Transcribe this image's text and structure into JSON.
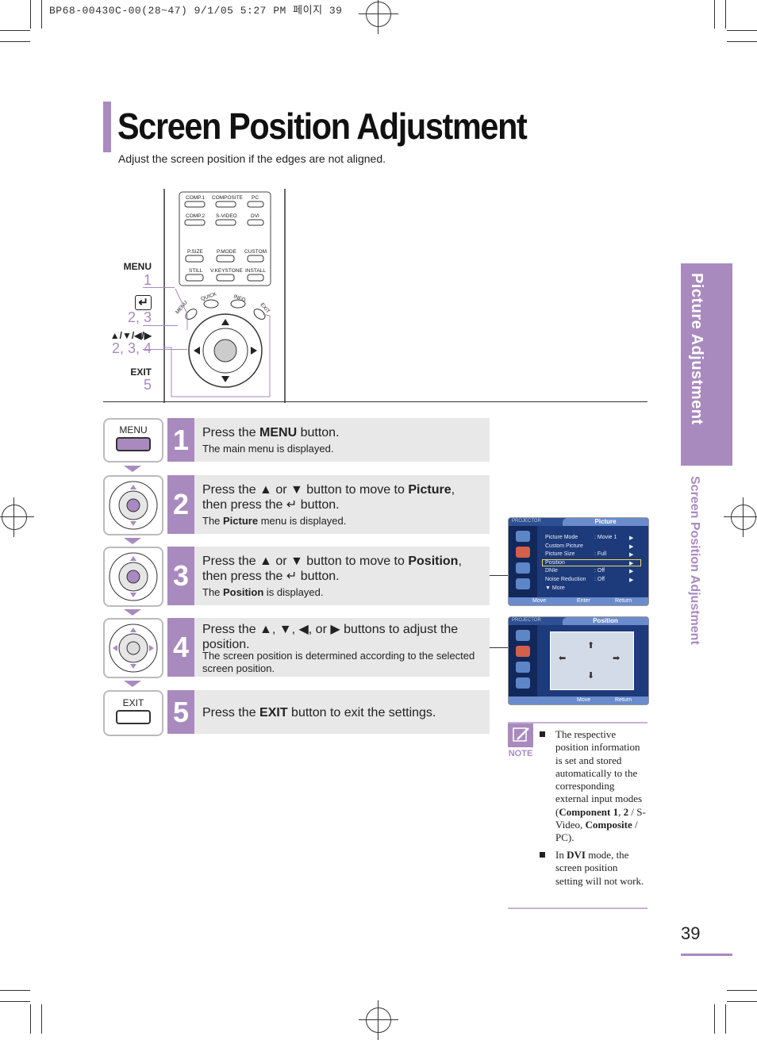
{
  "header": {
    "code": "BP68-00430C-00(28~47) 9/1/05 5:27 PM 페이지 39"
  },
  "page": {
    "title": "Screen Position Adjustment",
    "subtitle": "Adjust the screen position if the edges are not aligned.",
    "side_tab": "Picture Adjustment",
    "side_sub": "Screen Position Adjustment",
    "page_number": "39"
  },
  "remote_labels": [
    {
      "label": "MENU",
      "steps": "1"
    },
    {
      "label": "↵",
      "steps": "2, 3"
    },
    {
      "label": "▲/▼/◀/▶",
      "steps": "2, 3, 4"
    },
    {
      "label": "EXIT",
      "steps": "5"
    }
  ],
  "remote_buttons": {
    "row1": [
      "COMP.1",
      "COMPOSITE",
      "PC"
    ],
    "row2": [
      "COMP.2",
      "S-VIDEO",
      "DVI"
    ],
    "row3": [
      "P.SIZE",
      "P.MODE",
      "CUSTOM"
    ],
    "row4": [
      "STILL",
      "V.KEYSTONE",
      "INSTALL"
    ],
    "extra": [
      "QUICK",
      "INFO",
      "MENU",
      "EXIT"
    ]
  },
  "steps": [
    {
      "num": "1",
      "icon_label": "MENU",
      "main_a": "Press the ",
      "main_b": "MENU",
      "main_c": " button.",
      "sub_a": "The main menu is displayed.",
      "sub_b": "",
      "sub_c": ""
    },
    {
      "num": "2",
      "icon_label": "",
      "main_a": "Press the ▲ or ▼ button to move to ",
      "main_b": "Picture",
      "main_c": ",",
      "line2": "then press the ↵ button.",
      "sub_a": "The ",
      "sub_b": "Picture",
      "sub_c": " menu is displayed."
    },
    {
      "num": "3",
      "icon_label": "",
      "main_a": "Press the ▲ or ▼ button to move to ",
      "main_b": "Position",
      "main_c": ",",
      "line2": "then press the ↵ button.",
      "sub_a": "The ",
      "sub_b": "Position",
      "sub_c": " is displayed."
    },
    {
      "num": "4",
      "icon_label": "",
      "main_a": "Press the ▲, ▼, ◀, or ▶ buttons to adjust the",
      "line2": "position.",
      "sub_a": "The screen position is determined according to the selected",
      "sub_line2": "screen position."
    },
    {
      "num": "5",
      "icon_label": "EXIT",
      "main_a": "Press the ",
      "main_b": "EXIT",
      "main_c": " button to exit the settings."
    }
  ],
  "osd_picture": {
    "brand": "PROJECTOR",
    "title": "Picture",
    "rows": [
      {
        "name": "Picture Mode",
        "value": ": Movie 1"
      },
      {
        "name": "Custom Picture",
        "value": ""
      },
      {
        "name": "Picture Size",
        "value": ": Full"
      },
      {
        "name": "Position",
        "value": ""
      },
      {
        "name": "DNIe",
        "value": ": Off"
      },
      {
        "name": "Noise Reduction",
        "value": ": Off"
      },
      {
        "name": "▼ More",
        "value": ""
      }
    ],
    "footer": [
      "Move",
      "Enter",
      "Return"
    ]
  },
  "osd_position": {
    "brand": "PROJECTOR",
    "title": "Position",
    "footer": [
      "Move",
      "Return"
    ]
  },
  "note": {
    "label": "NOTE",
    "item1_a": "The respective position information is set and stored automatically to the corresponding external input modes (",
    "item1_b": "Component 1",
    "item1_c": ", ",
    "item1_d": "2",
    "item1_e": " / S-Video",
    "item1_f": ", ",
    "item1_g": "Composite",
    "item1_h": " / PC).",
    "item2_a": "In ",
    "item2_b": "DVI",
    "item2_c": " mode, the screen position setting will not work."
  },
  "colors": {
    "accent": "#a98abf",
    "osd_bg": "#1d3a7a"
  }
}
